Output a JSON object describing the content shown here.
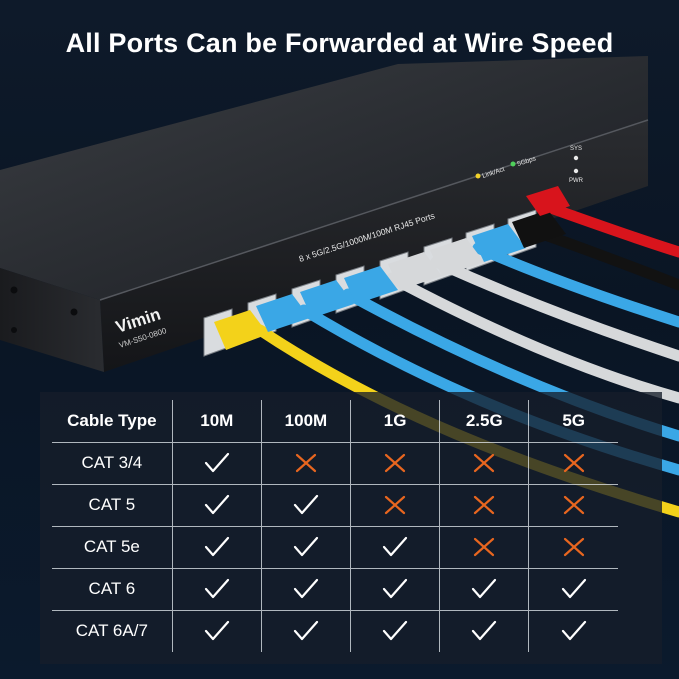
{
  "headline": "All Ports Can be Forwarded at Wire Speed",
  "device": {
    "brand": "Vimin",
    "model": "VM-S50-0800",
    "port_label": "8 x 5G/2.5G/1000M/100M RJ45 Ports",
    "led_link": "Link/Act",
    "led_speed": "5Gbps",
    "led_sys": "SYS",
    "led_pwr": "PWR"
  },
  "colors": {
    "yes": "#ffffff",
    "no": "#e8661f",
    "cable_yellow": "#f3d21a",
    "cable_blue": "#3aa7e6",
    "cable_grey": "#d6d8da",
    "cable_black": "#111111",
    "cable_red": "#d8141c"
  },
  "table": {
    "headers": [
      "Cable  Type",
      "10M",
      "100M",
      "1G",
      "2.5G",
      "5G"
    ],
    "rows": [
      {
        "type": "CAT 3/4",
        "support": [
          "yes",
          "no",
          "no",
          "no",
          "no"
        ]
      },
      {
        "type": "CAT 5",
        "support": [
          "yes",
          "yes",
          "no",
          "no",
          "no"
        ]
      },
      {
        "type": "CAT 5e",
        "support": [
          "yes",
          "yes",
          "yes",
          "no",
          "no"
        ]
      },
      {
        "type": "CAT 6",
        "support": [
          "yes",
          "yes",
          "yes",
          "yes",
          "yes"
        ]
      },
      {
        "type": "CAT 6A/7",
        "support": [
          "yes",
          "yes",
          "yes",
          "yes",
          "yes"
        ]
      }
    ]
  }
}
